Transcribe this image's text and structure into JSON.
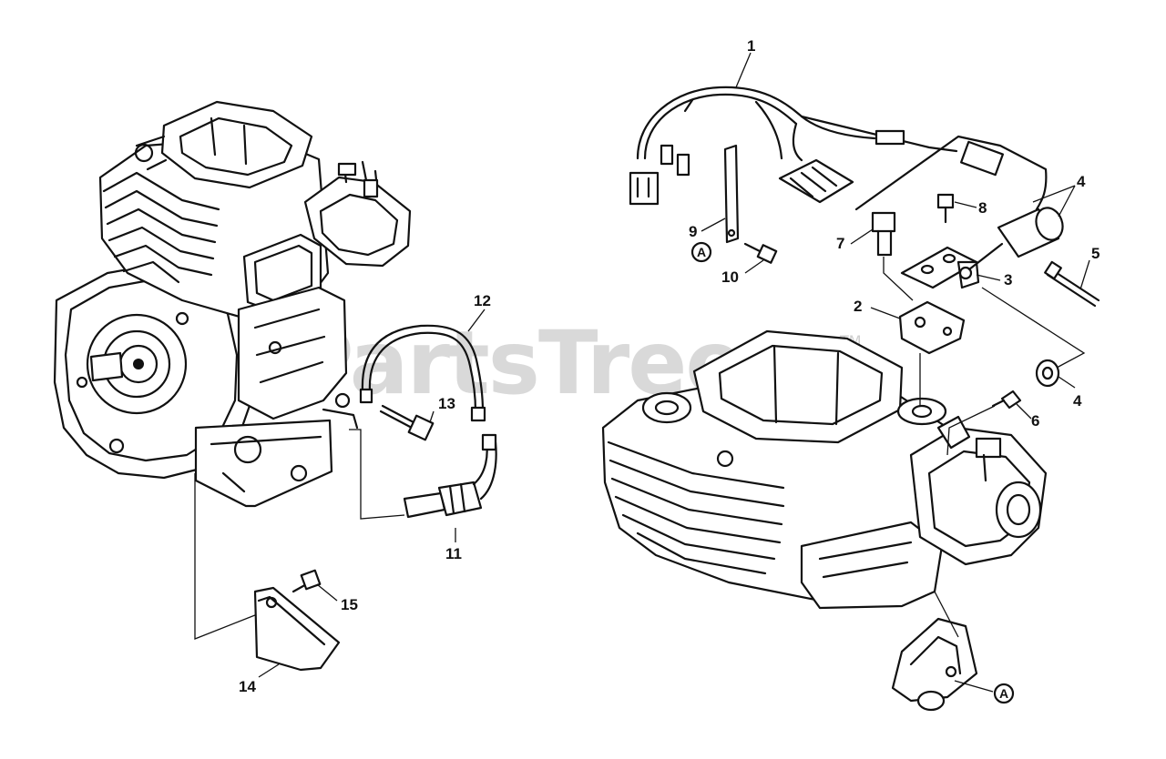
{
  "watermark": {
    "text": "PartsTree",
    "trademark": "TM"
  },
  "callouts": {
    "c1": "1",
    "c2": "2",
    "c3": "3",
    "c4a": "4",
    "c4b": "4",
    "c5": "5",
    "c6": "6",
    "c7": "7",
    "c8": "8",
    "c9": "9",
    "c10": "10",
    "c11": "11",
    "c12": "12",
    "c13": "13",
    "c14": "14",
    "c15": "15"
  },
  "reference_marks": {
    "a1": "A",
    "a2": "A"
  }
}
